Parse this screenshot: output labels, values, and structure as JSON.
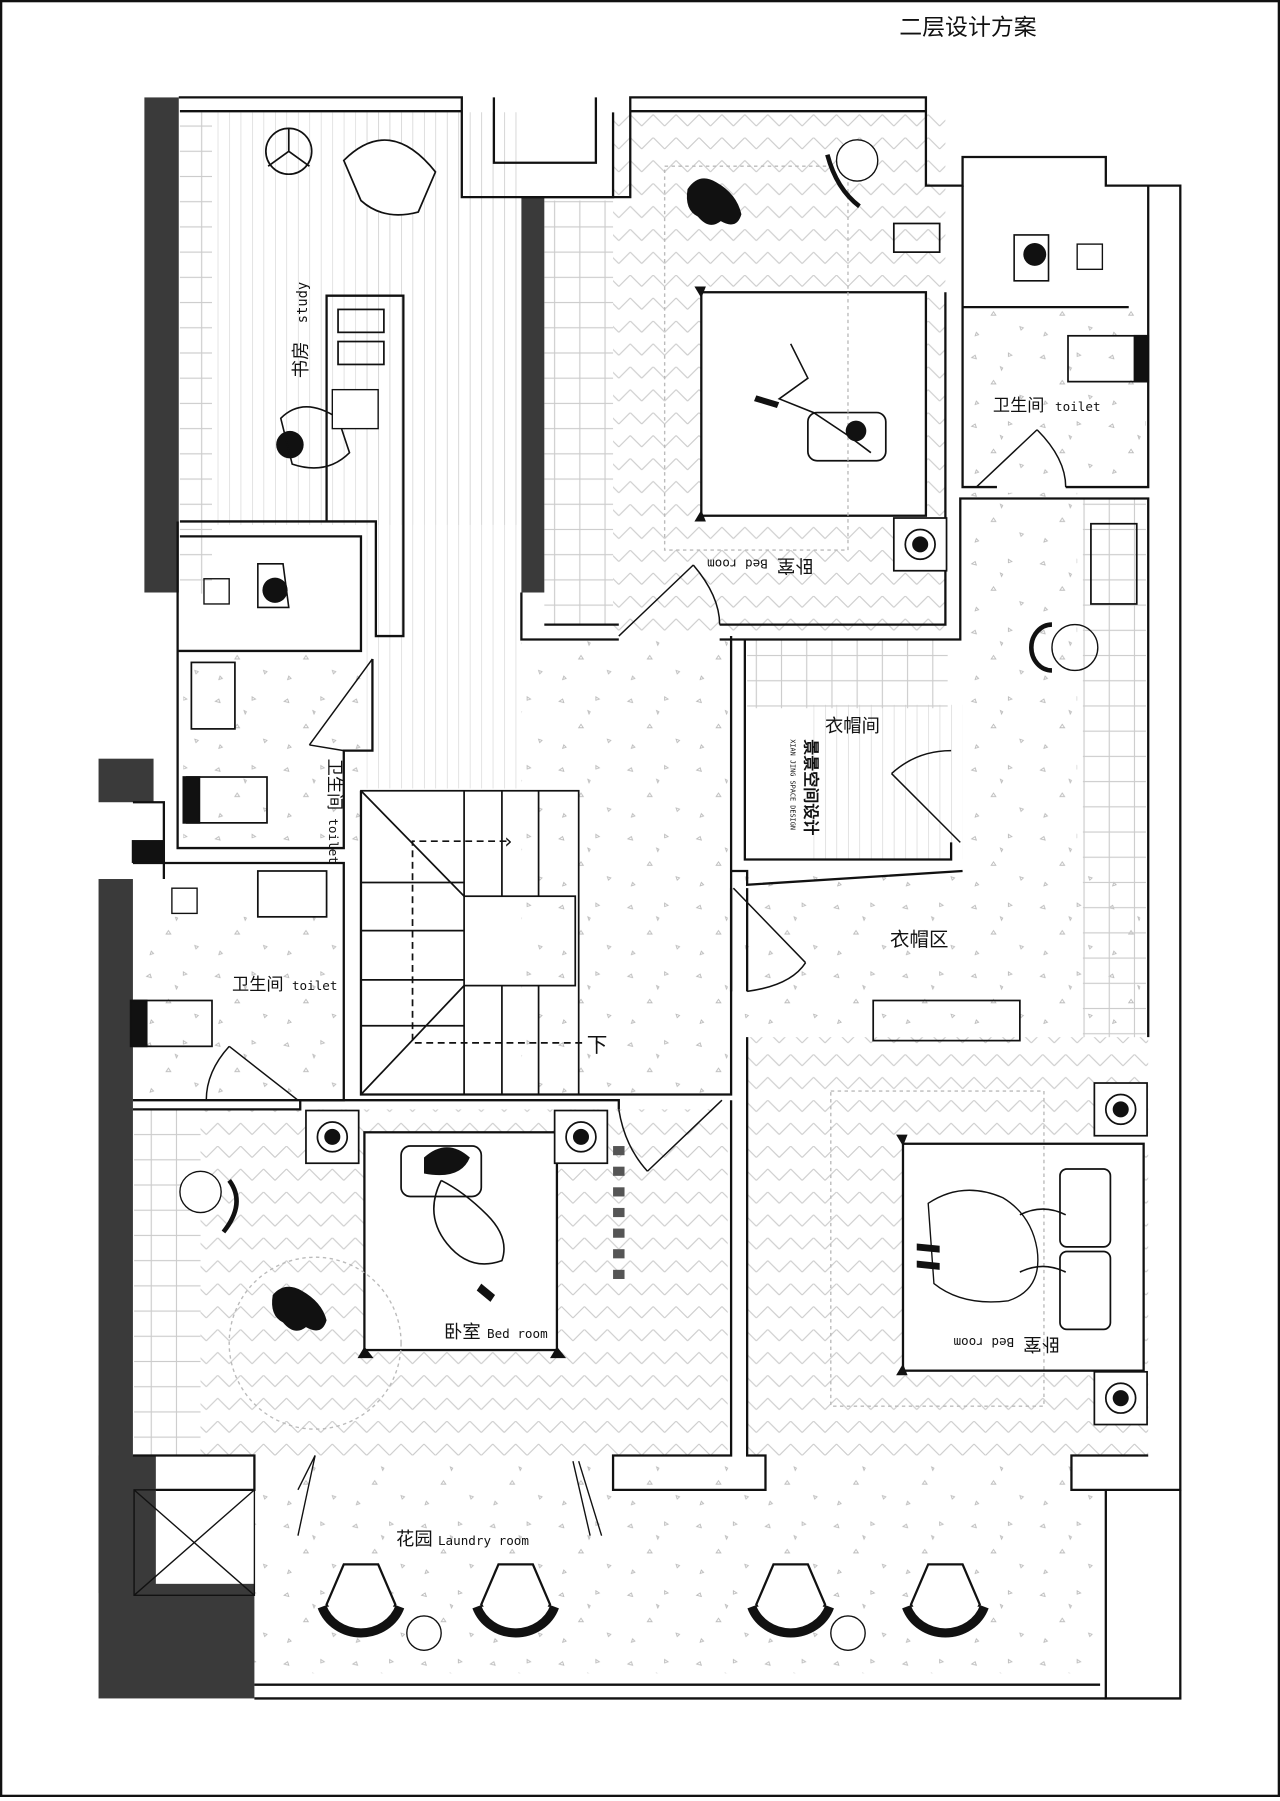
{
  "title": "二层设计方案",
  "colors": {
    "wall": "#3a3a3a",
    "line": "#111111",
    "light_line": "#bbbbbb",
    "tile": "#eeeeee"
  },
  "rooms": {
    "study": {
      "cn": "书房",
      "en": "study"
    },
    "bedroom_top": {
      "cn": "卧室",
      "en": "Bed room"
    },
    "toilet_right_top": {
      "cn": "卫生间",
      "en": "toilet"
    },
    "toilet_left_vertical": {
      "cn": "卫生间",
      "en": "toilet"
    },
    "toilet_left_lower": {
      "cn": "卫生间",
      "en": "toilet"
    },
    "cloakroom": {
      "cn": "衣帽间"
    },
    "cloak_area": {
      "cn": "衣帽区"
    },
    "stair_down": {
      "cn": "下"
    },
    "bedroom_left": {
      "cn": "卧室",
      "en": "Bed room"
    },
    "bedroom_right": {
      "cn": "卧室",
      "en": "Bed room"
    },
    "garden": {
      "cn": "花园",
      "en": "Laundry room"
    }
  },
  "brand": {
    "cn": "景景空间设计",
    "en": "XIAN JING SPACE DESIGN"
  },
  "icons": {
    "stair_arrow": "arrow-right-icon",
    "chair": "armchair-icon",
    "lamp": "floor-lamp-icon",
    "dog": "dog-rug-icon"
  }
}
